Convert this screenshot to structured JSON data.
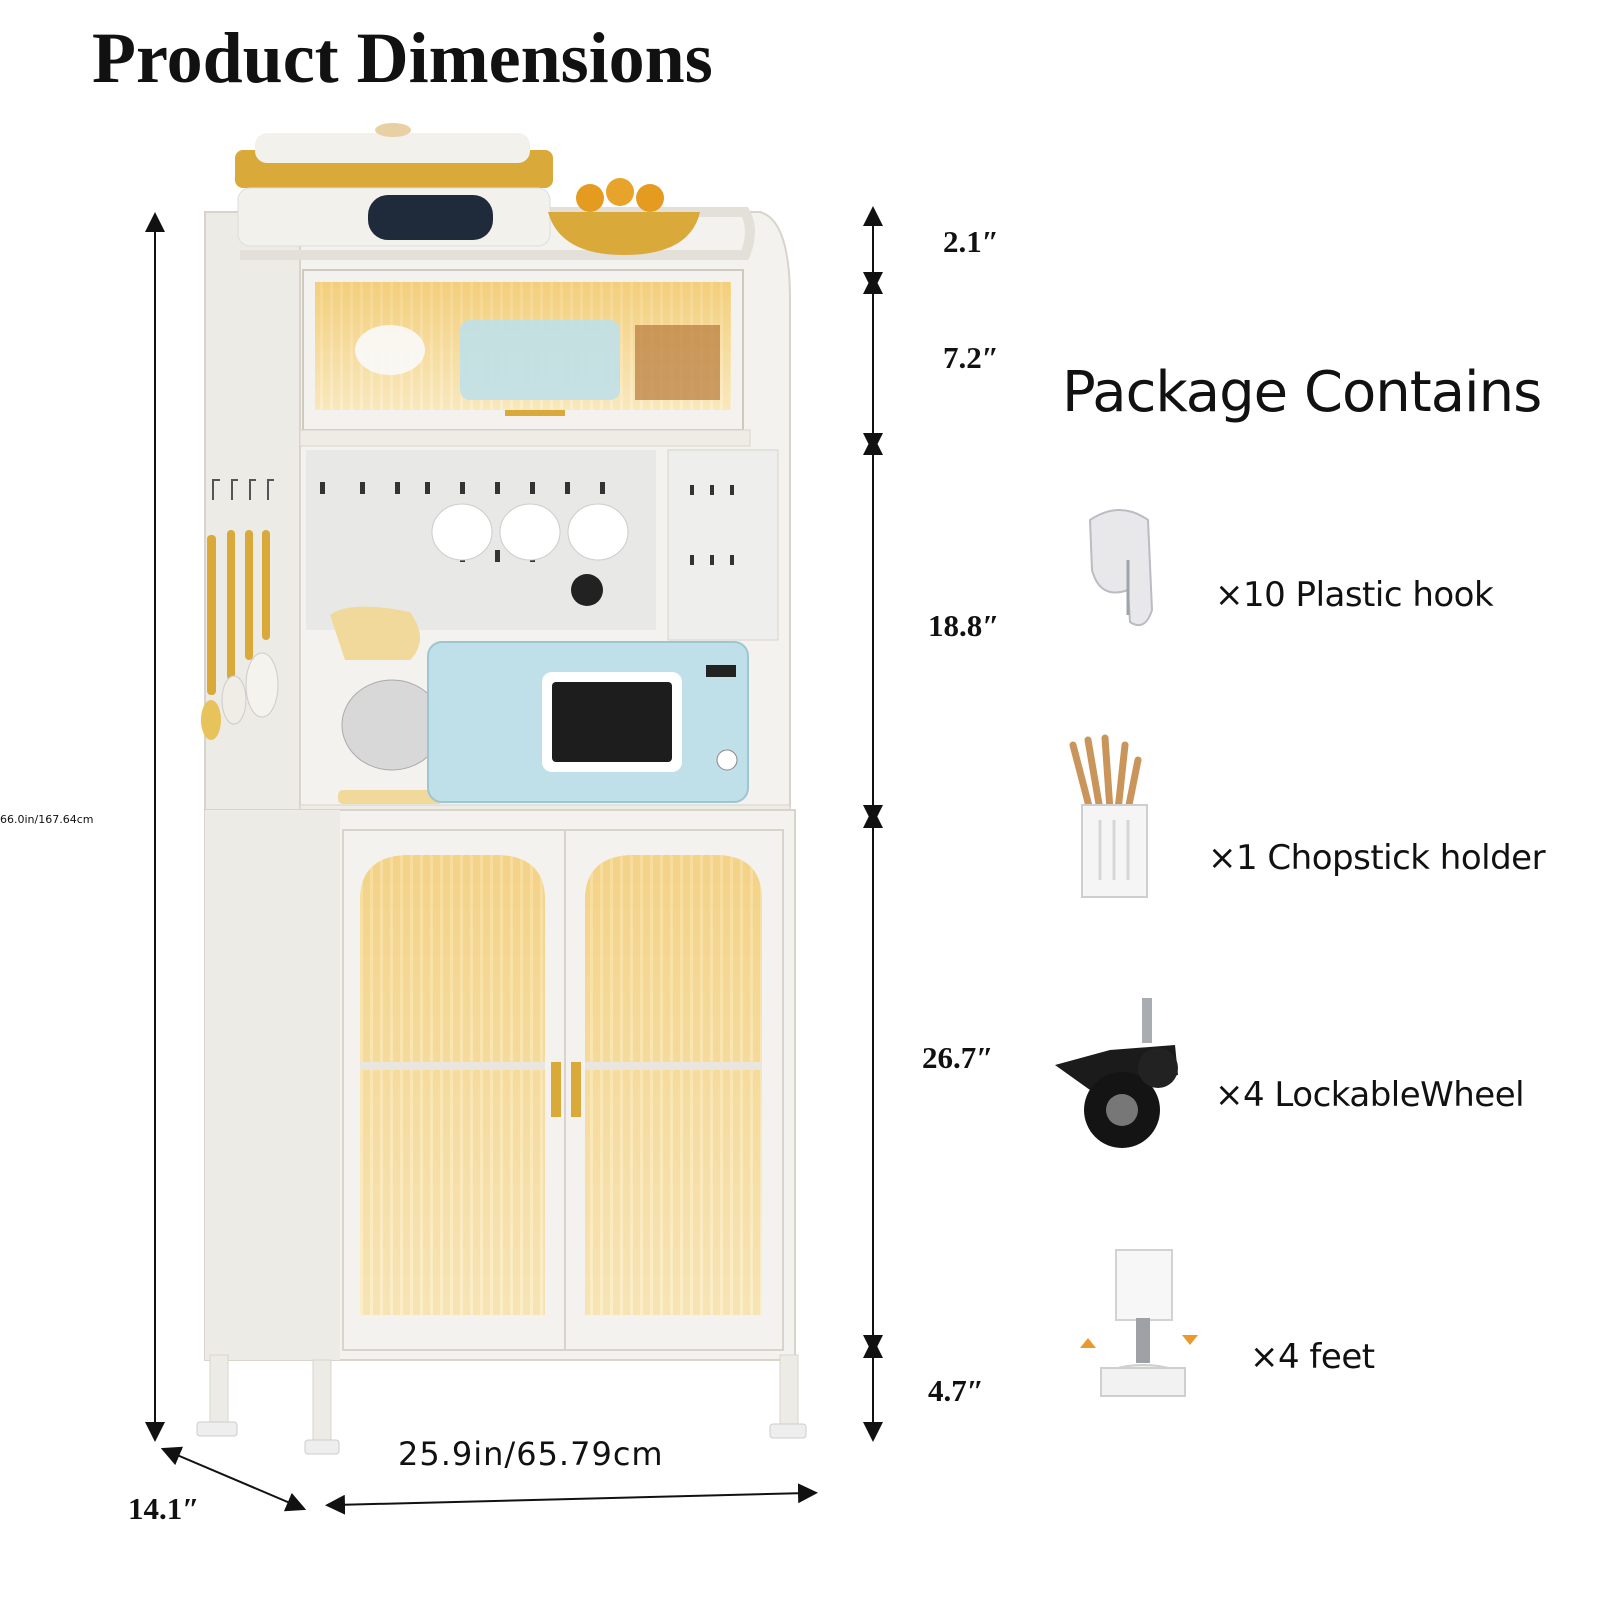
{
  "title": "Product Dimensions",
  "package": {
    "title": "Package Contains",
    "items": [
      {
        "label": "×10 Plastic hook",
        "icon": "plastic-hook-icon"
      },
      {
        "label": "×1 Chopstick holder",
        "icon": "chopstick-holder-icon"
      },
      {
        "label": "×4 LockableWheel",
        "icon": "lockable-wheel-icon"
      },
      {
        "label": "×4 feet",
        "icon": "adjustable-foot-icon"
      }
    ]
  },
  "dimensions": {
    "total_height": "66.0in/167.64cm",
    "width": "25.9in/65.79cm",
    "depth": "14.1″",
    "sections": [
      "2.1″",
      "7.2″",
      "18.8″",
      "26.7″",
      "4.7″"
    ]
  },
  "colors": {
    "cabinet": "#f4f2ee",
    "accent_gold": "#d9a93a",
    "glass_amber": "#f1d79a",
    "appliance_blue": "#bfe0e8"
  }
}
